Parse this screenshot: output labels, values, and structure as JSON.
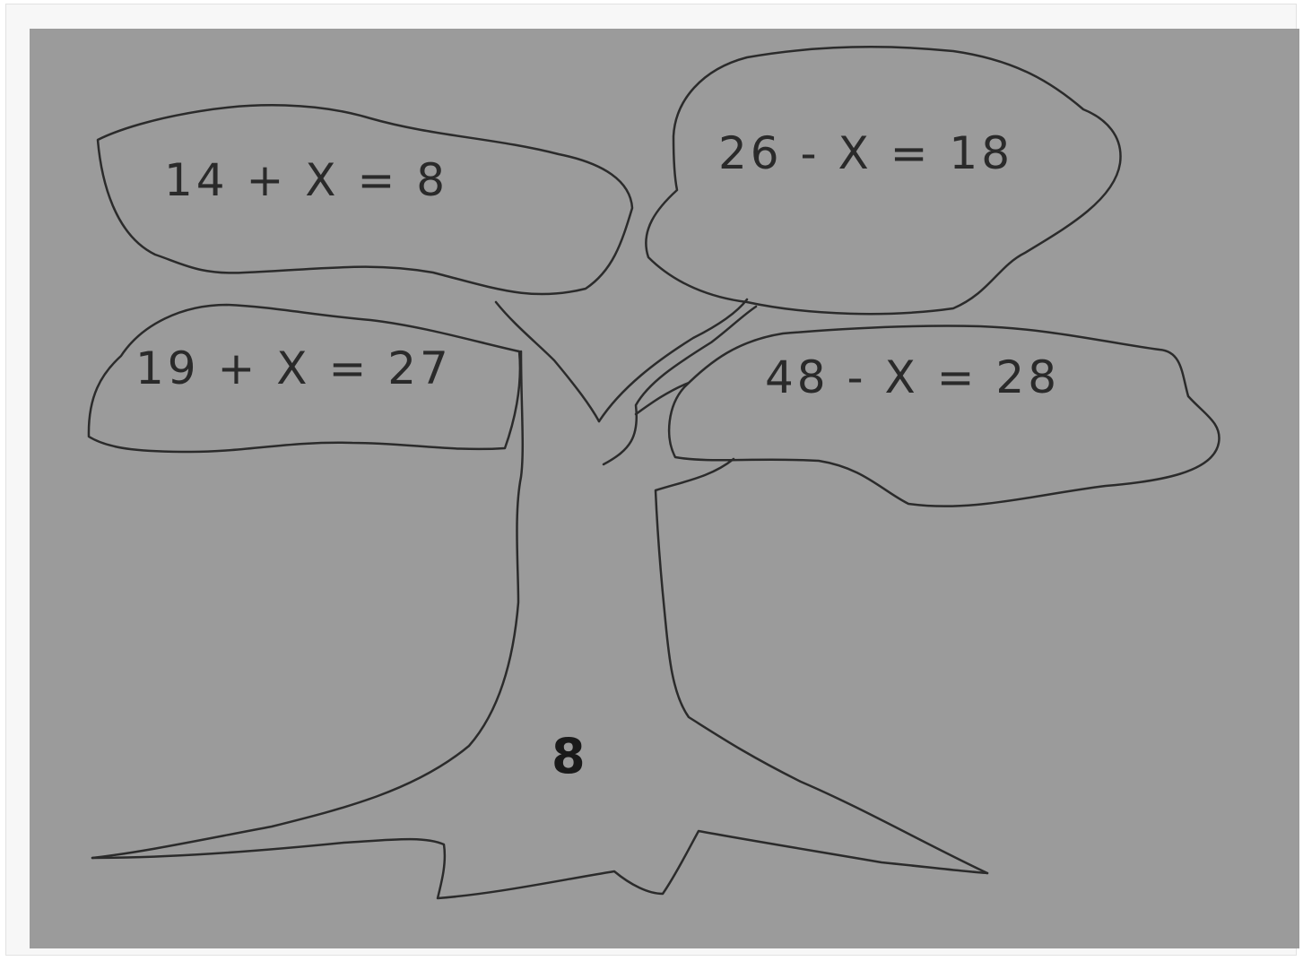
{
  "leaves": [
    {
      "equation": "14 + X = 8"
    },
    {
      "equation": "26 - X = 18"
    },
    {
      "equation": "19 + X = 27"
    },
    {
      "equation": "48 - X = 28"
    }
  ],
  "trunk": {
    "answer": "8"
  },
  "colors": {
    "background": "#9b9b9b",
    "stroke": "#2b2b2b"
  }
}
